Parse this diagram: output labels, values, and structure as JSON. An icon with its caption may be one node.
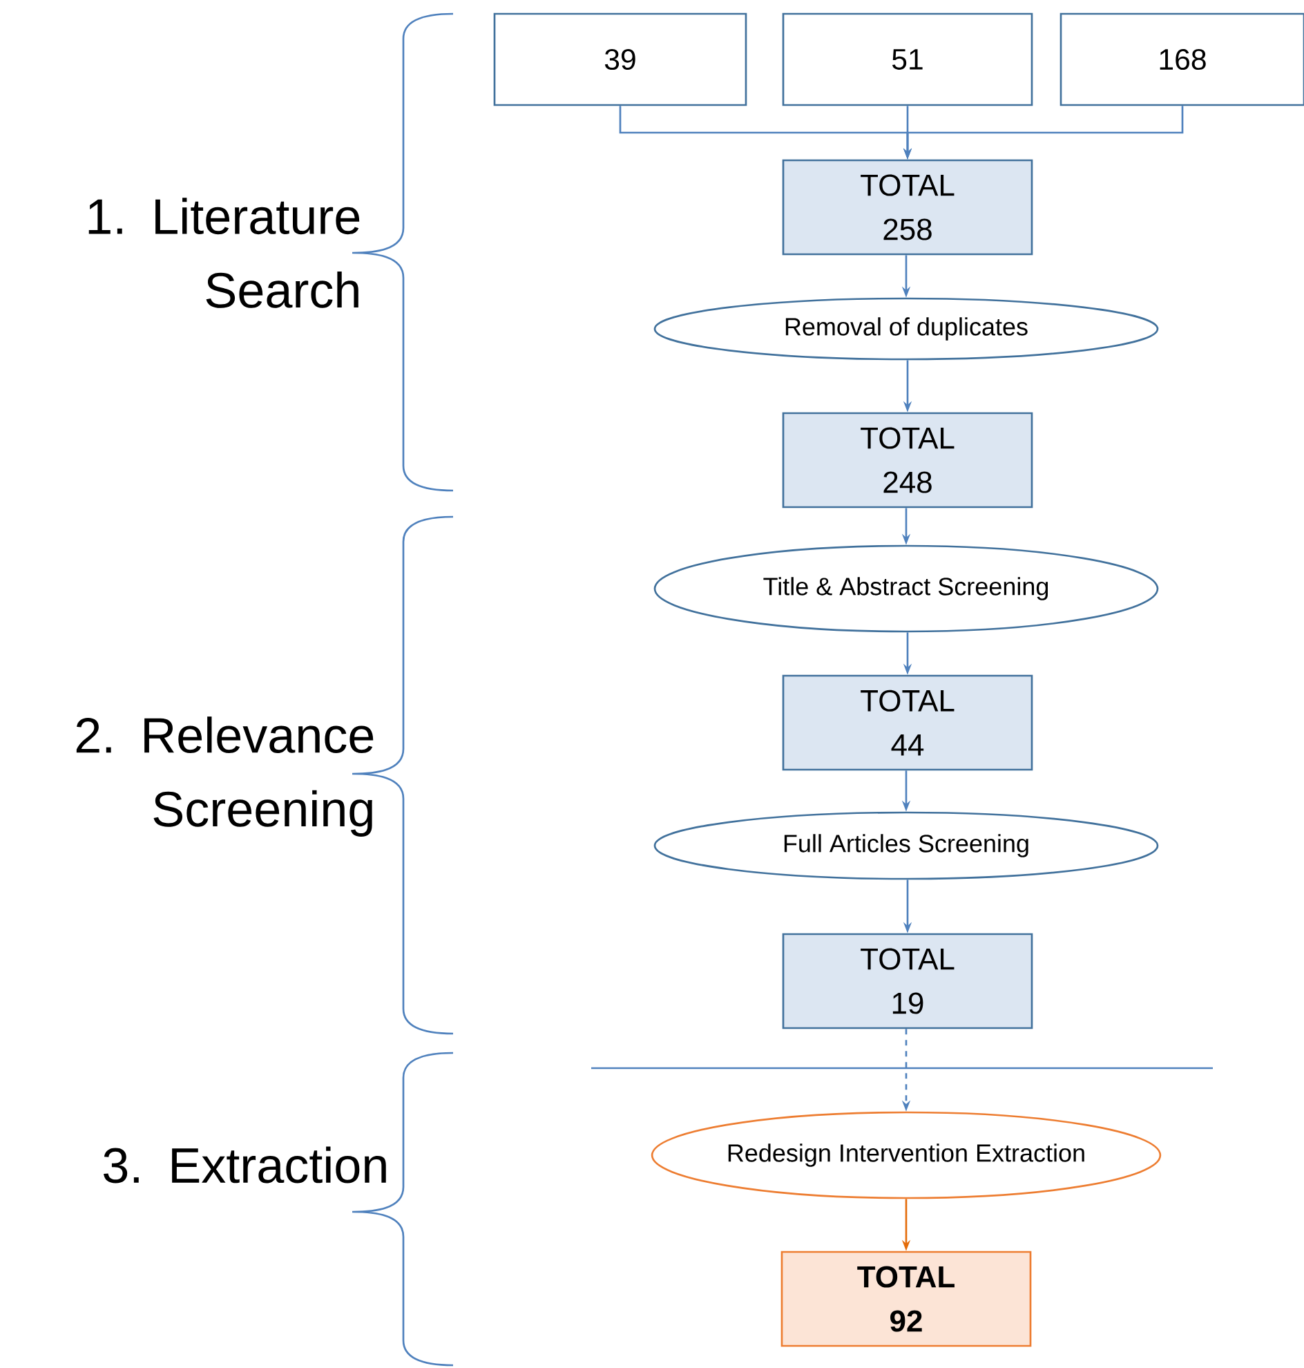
{
  "diagram": {
    "nodes": [
      {
        "text": [
          "39"
        ]
      },
      {
        "text": [
          "51"
        ]
      },
      {
        "text": [
          "168"
        ]
      },
      {
        "text": [
          "TOTAL",
          "258"
        ]
      },
      {
        "text": [
          "Removal of duplicates"
        ]
      },
      {
        "text": [
          "TOTAL",
          "248"
        ]
      },
      {
        "text": [
          "Title & Abstract Screening"
        ]
      },
      {
        "text": [
          "TOTAL",
          "44"
        ]
      },
      {
        "text": [
          "Full Articles Screening"
        ]
      },
      {
        "text": [
          "TOTAL",
          "19"
        ]
      },
      {
        "text": [
          "Redesign Intervention Extraction"
        ]
      },
      {
        "text": [
          "TOTAL",
          "92"
        ]
      }
    ],
    "edges": [
      {
        "from": 0,
        "to": 3,
        "arrow": "to"
      },
      {
        "from": 1,
        "to": 3,
        "arrow": "to"
      },
      {
        "from": 2,
        "to": 3,
        "arrow": "to"
      },
      {
        "from": 3,
        "to": 4,
        "arrow": "to"
      },
      {
        "from": 4,
        "to": 5,
        "arrow": "to"
      },
      {
        "from": 5,
        "to": 6,
        "arrow": "to"
      },
      {
        "from": 6,
        "to": 7,
        "arrow": "to"
      },
      {
        "from": 7,
        "to": 8,
        "arrow": "to"
      },
      {
        "from": 8,
        "to": 9,
        "arrow": "to"
      },
      {
        "from": 9,
        "to": 10,
        "arrow": "to",
        "style": "dashed"
      },
      {
        "from": 10,
        "to": 11,
        "arrow": "to",
        "color": "#e46c0a"
      }
    ],
    "labels": [
      "1. Literature Search",
      "2. Relevance Screening",
      "3. Extraction"
    ]
  }
}
